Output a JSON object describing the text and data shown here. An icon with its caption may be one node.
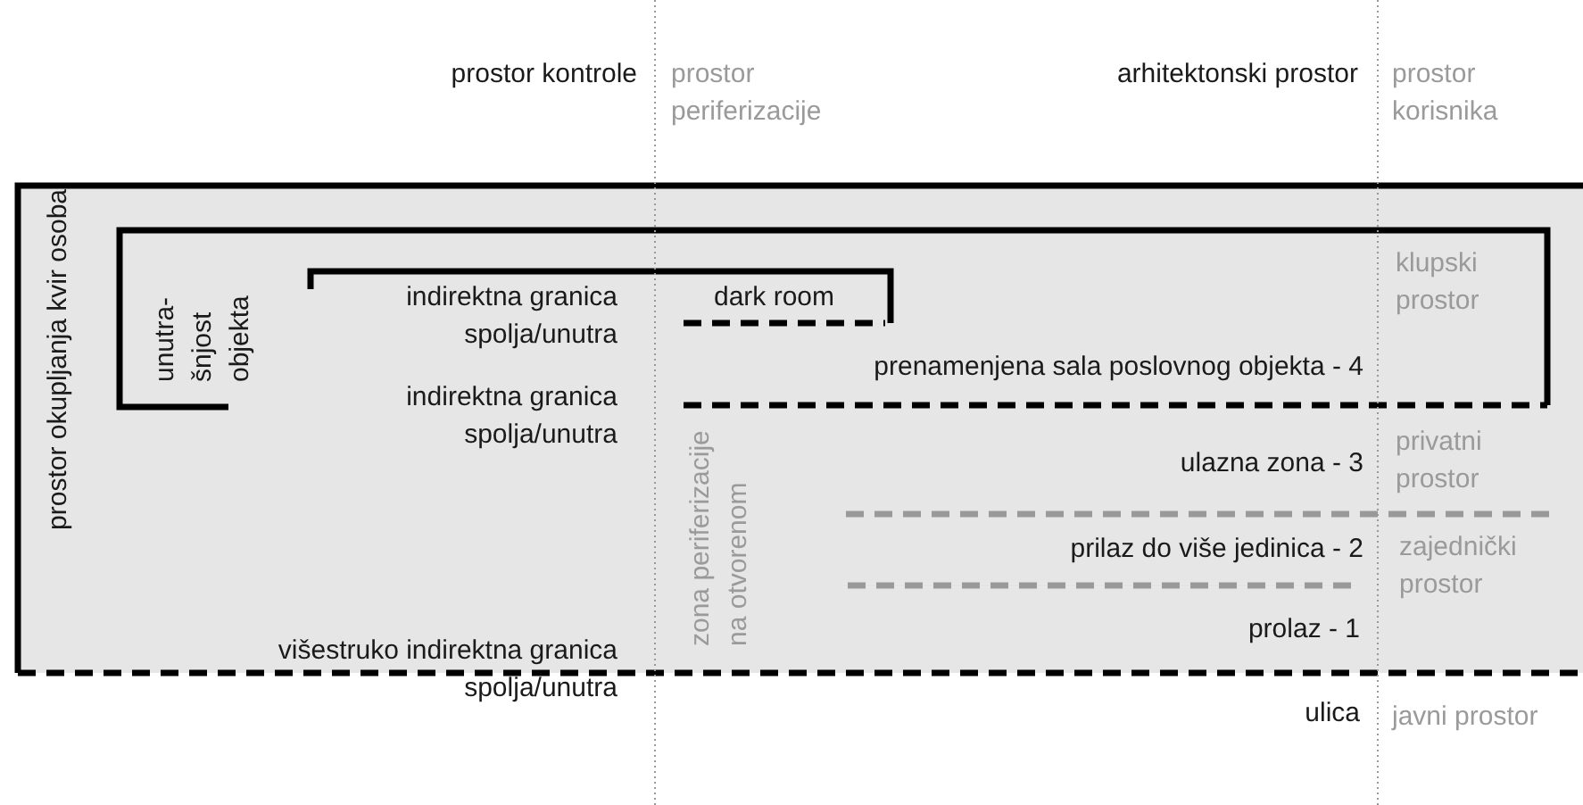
{
  "diagram": {
    "labels": [
      "prostor kontrole",
      "prostor periferizacije",
      "arhitektonski prostor",
      "prostor korisnika",
      "prostor okupljanja kvir osoba",
      "unutra-šnjost objekta",
      "indirektna granica spolja/unutra",
      "dark room",
      "klupski prostor",
      "prenamenjena sala poslovnog objekta - 4",
      "indirektna granica spolja/unutra",
      "ulazna zona - 3",
      "privatni prostor",
      "zona periferizacije na otvorenom",
      "prilaz do više jedinica - 2",
      "zajednički prostor",
      "prolaz - 1",
      "višestruko indirektna granica spolja/unutra",
      "ulica",
      "javni prostor"
    ]
  }
}
